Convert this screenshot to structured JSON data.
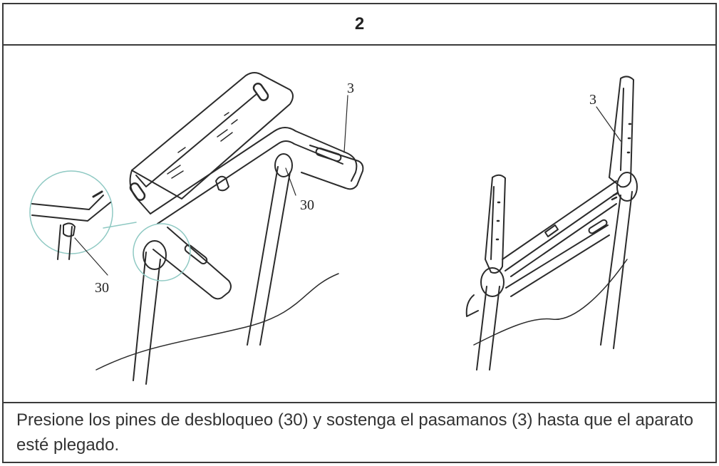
{
  "step": {
    "number": "2"
  },
  "illustration": {
    "left_callouts": {
      "handrail": "3",
      "pin_main": "30",
      "pin_detail": "30"
    },
    "right_callouts": {
      "handrail": "3"
    },
    "colors": {
      "line": "#2b2b2b",
      "detail_circle": "#8fc9c3"
    }
  },
  "caption": {
    "text": "Presione los pines de desbloqueo (30) y sostenga el pasamanos (3) hasta que el aparato esté plegado."
  }
}
